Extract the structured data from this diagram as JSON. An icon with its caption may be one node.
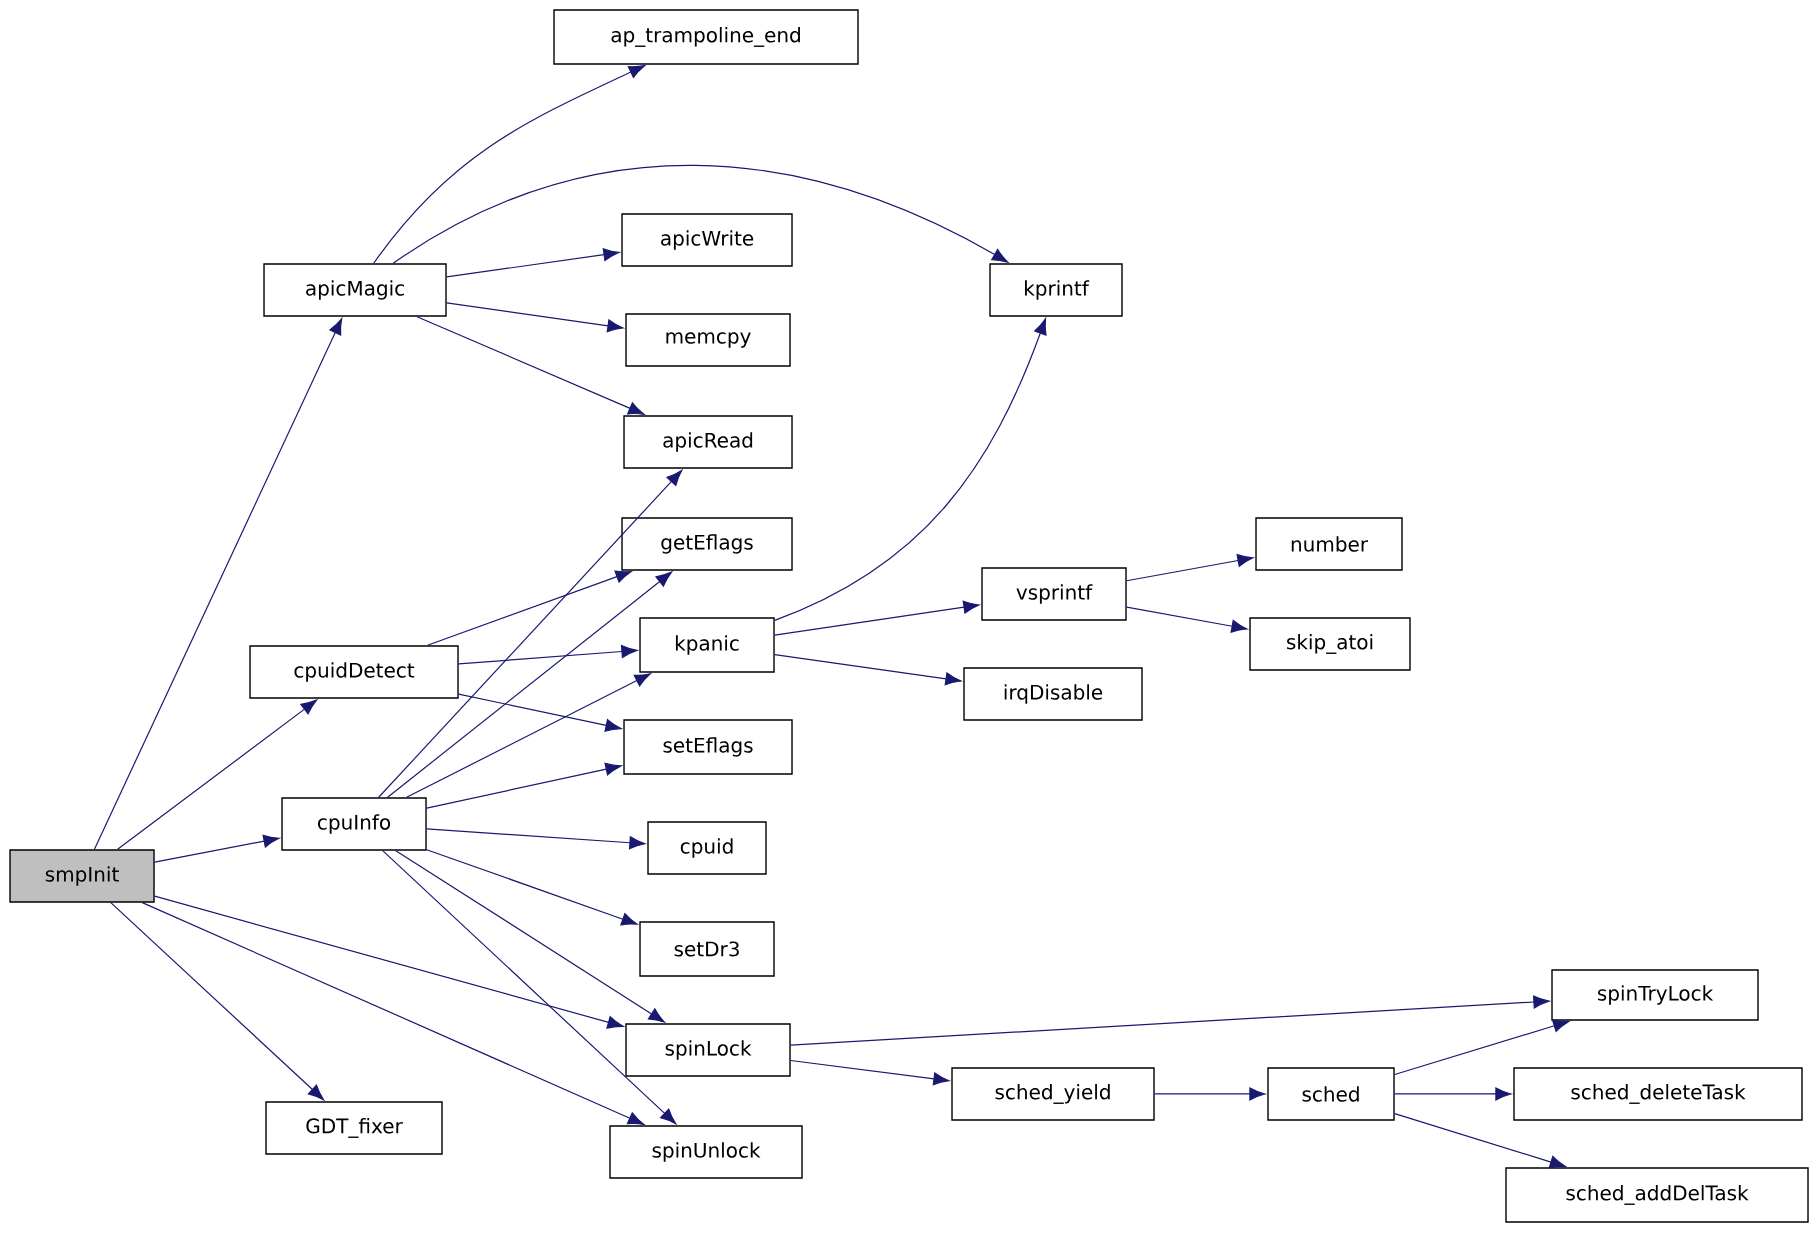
{
  "diagram": {
    "nodes": [
      {
        "text": [
          "smpInit"
        ]
      },
      {
        "text": [
          "apicMagic"
        ]
      },
      {
        "text": [
          "cpuidDetect"
        ]
      },
      {
        "text": [
          "cpuInfo"
        ]
      },
      {
        "text": [
          "GDT_fixer"
        ]
      },
      {
        "text": [
          "ap_trampoline_end"
        ]
      },
      {
        "text": [
          "apicWrite"
        ]
      },
      {
        "text": [
          "memcpy"
        ]
      },
      {
        "text": [
          "apicRead"
        ]
      },
      {
        "text": [
          "kprintf"
        ]
      },
      {
        "text": [
          "getEflags"
        ]
      },
      {
        "text": [
          "kpanic"
        ]
      },
      {
        "text": [
          "setEflags"
        ]
      },
      {
        "text": [
          "cpuid"
        ]
      },
      {
        "text": [
          "setDr3"
        ]
      },
      {
        "text": [
          "spinLock"
        ]
      },
      {
        "text": [
          "spinUnlock"
        ]
      },
      {
        "text": [
          "vsprintf"
        ]
      },
      {
        "text": [
          "irqDisable"
        ]
      },
      {
        "text": [
          "number"
        ]
      },
      {
        "text": [
          "skip_atoi"
        ]
      },
      {
        "text": [
          "spinTryLock"
        ]
      },
      {
        "text": [
          "sched_yield"
        ]
      },
      {
        "text": [
          "sched"
        ]
      },
      {
        "text": [
          "sched_deleteTask"
        ]
      },
      {
        "text": [
          "sched_addDelTask"
        ]
      }
    ],
    "edges": [
      {
        "from": 0,
        "to": 1,
        "arrow": "to"
      },
      {
        "from": 0,
        "to": 2,
        "arrow": "to"
      },
      {
        "from": 0,
        "to": 3,
        "arrow": "to"
      },
      {
        "from": 0,
        "to": 4,
        "arrow": "to"
      },
      {
        "from": 0,
        "to": 15,
        "arrow": "to"
      },
      {
        "from": 0,
        "to": 16,
        "arrow": "to"
      },
      {
        "from": 1,
        "to": 5,
        "arrow": "to"
      },
      {
        "from": 1,
        "to": 9,
        "arrow": "to"
      },
      {
        "from": 1,
        "to": 6,
        "arrow": "to"
      },
      {
        "from": 1,
        "to": 7,
        "arrow": "to"
      },
      {
        "from": 1,
        "to": 8,
        "arrow": "to"
      },
      {
        "from": 2,
        "to": 10,
        "arrow": "to"
      },
      {
        "from": 2,
        "to": 11,
        "arrow": "to"
      },
      {
        "from": 2,
        "to": 12,
        "arrow": "to"
      },
      {
        "from": 3,
        "to": 8,
        "arrow": "to"
      },
      {
        "from": 3,
        "to": 10,
        "arrow": "to"
      },
      {
        "from": 3,
        "to": 11,
        "arrow": "to"
      },
      {
        "from": 3,
        "to": 12,
        "arrow": "to"
      },
      {
        "from": 3,
        "to": 13,
        "arrow": "to"
      },
      {
        "from": 3,
        "to": 14,
        "arrow": "to"
      },
      {
        "from": 3,
        "to": 15,
        "arrow": "to"
      },
      {
        "from": 3,
        "to": 16,
        "arrow": "to"
      },
      {
        "from": 11,
        "to": 9,
        "arrow": "to"
      },
      {
        "from": 11,
        "to": 17,
        "arrow": "to"
      },
      {
        "from": 11,
        "to": 18,
        "arrow": "to"
      },
      {
        "from": 17,
        "to": 19,
        "arrow": "to"
      },
      {
        "from": 17,
        "to": 20,
        "arrow": "to"
      },
      {
        "from": 15,
        "to": 21,
        "arrow": "to"
      },
      {
        "from": 15,
        "to": 22,
        "arrow": "to"
      },
      {
        "from": 22,
        "to": 23,
        "arrow": "to"
      },
      {
        "from": 23,
        "to": 21,
        "arrow": "to"
      },
      {
        "from": 23,
        "to": 24,
        "arrow": "to"
      },
      {
        "from": 23,
        "to": 25,
        "arrow": "to"
      }
    ]
  }
}
